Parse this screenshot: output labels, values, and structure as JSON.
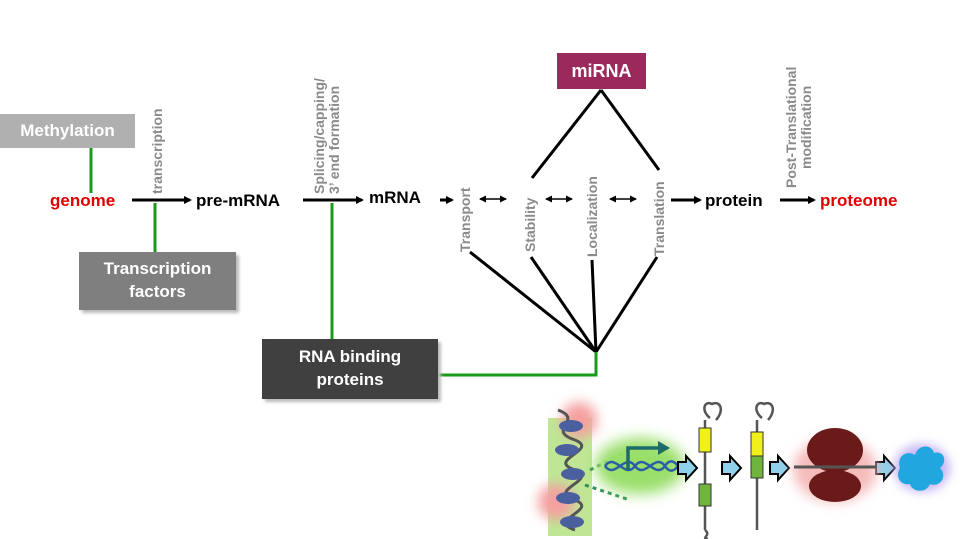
{
  "nodes": {
    "genome": "genome",
    "pre_mrna": "pre-mRNA",
    "mrna": "mRNA",
    "protein": "protein",
    "proteome": "proteome"
  },
  "regulators": {
    "methylation": "Methylation",
    "transcription_factors_line1": "Transcription",
    "transcription_factors_line2": "factors",
    "rna_binding_proteins_line1": "RNA binding",
    "rna_binding_proteins_line2": "proteins",
    "mirna": "miRNA"
  },
  "processes": {
    "transcription": "transcription",
    "splicing_line1": "Splicing/capping/",
    "splicing_line2": "3’ end formation",
    "transport": "Transport",
    "stability": "Stability",
    "localization": "Localization",
    "translation": "Translation",
    "ptm_line1": "Post-Translational",
    "ptm_line2": "modification"
  },
  "colors": {
    "node_highlight": "#e10000",
    "process_text": "#8a8a8a",
    "methylation_box": "#b0b0b0",
    "transcription_factors_box": "#7f7f7f",
    "rna_binding_box": "#404040",
    "mirna_box": "#9b2a5c",
    "regulation_line": "#1a9a1a",
    "arrow": "#000000"
  }
}
